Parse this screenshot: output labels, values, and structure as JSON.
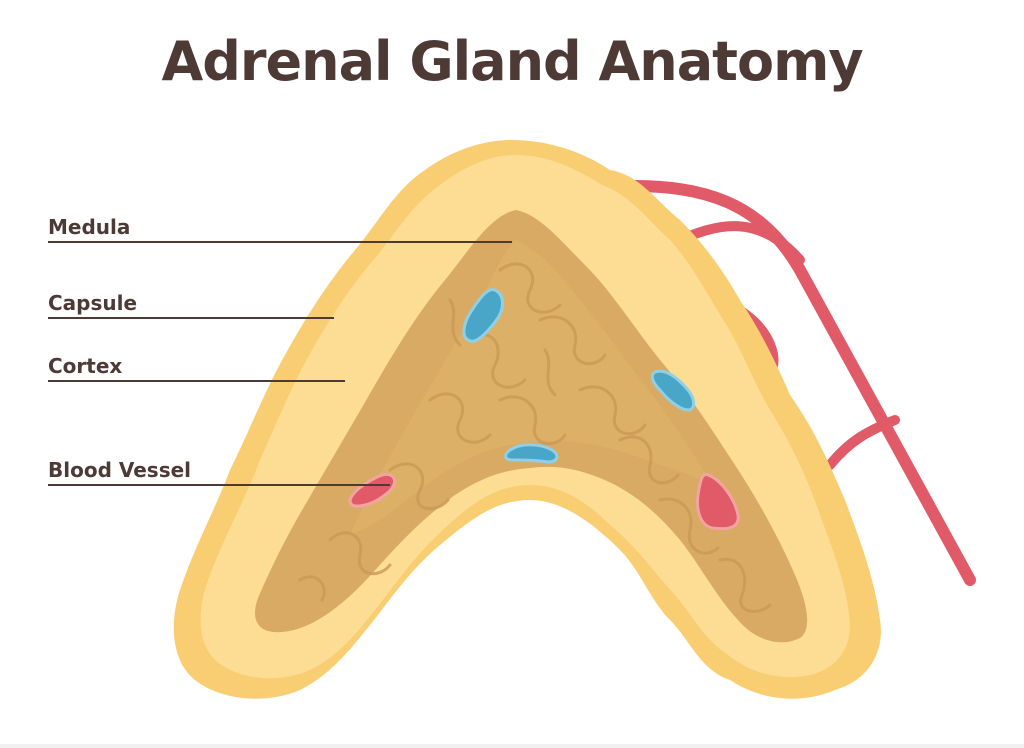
{
  "title": "Adrenal Gland Anatomy",
  "labels": {
    "medula": "Medula",
    "capsule": "Capsule",
    "cortex": "Cortex",
    "blood_vessel": "Blood Vessel"
  },
  "colors": {
    "title_text": "#4e3a35",
    "capsule_outer": "#f9ce72",
    "capsule_inner": "#fddc94",
    "cortex": "#d9aa63",
    "medulla_lines": "#c99a55",
    "vein_blue": "#4aa6c8",
    "vessel_red": "#e05a68",
    "artery": "#e05a68"
  }
}
